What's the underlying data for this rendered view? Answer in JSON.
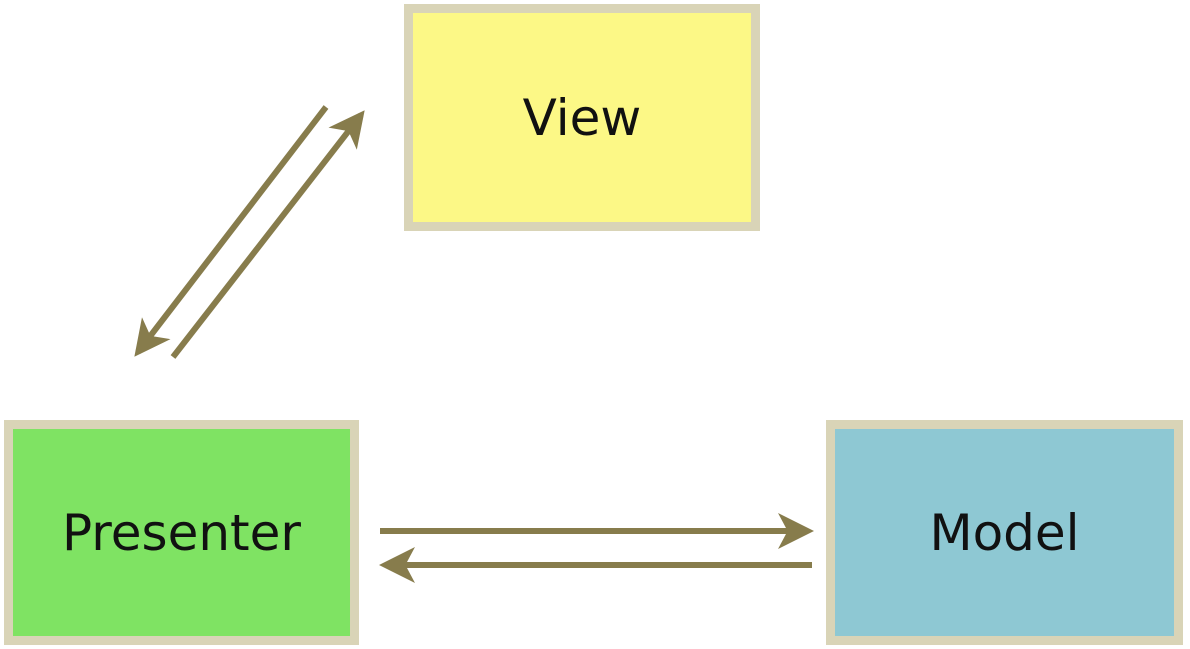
{
  "diagram": {
    "nodes": [
      {
        "id": "view",
        "label": "View",
        "fill": "#fcf886"
      },
      {
        "id": "presenter",
        "label": "Presenter",
        "fill": "#7fe363"
      },
      {
        "id": "model",
        "label": "Model",
        "fill": "#8ec8d3"
      }
    ],
    "edges": [
      {
        "from": "view",
        "to": "presenter"
      },
      {
        "from": "presenter",
        "to": "view"
      },
      {
        "from": "presenter",
        "to": "model"
      },
      {
        "from": "model",
        "to": "presenter"
      }
    ],
    "colors": {
      "border": "#d9d4b7",
      "arrow": "#877c4c",
      "text": "#111111"
    }
  }
}
